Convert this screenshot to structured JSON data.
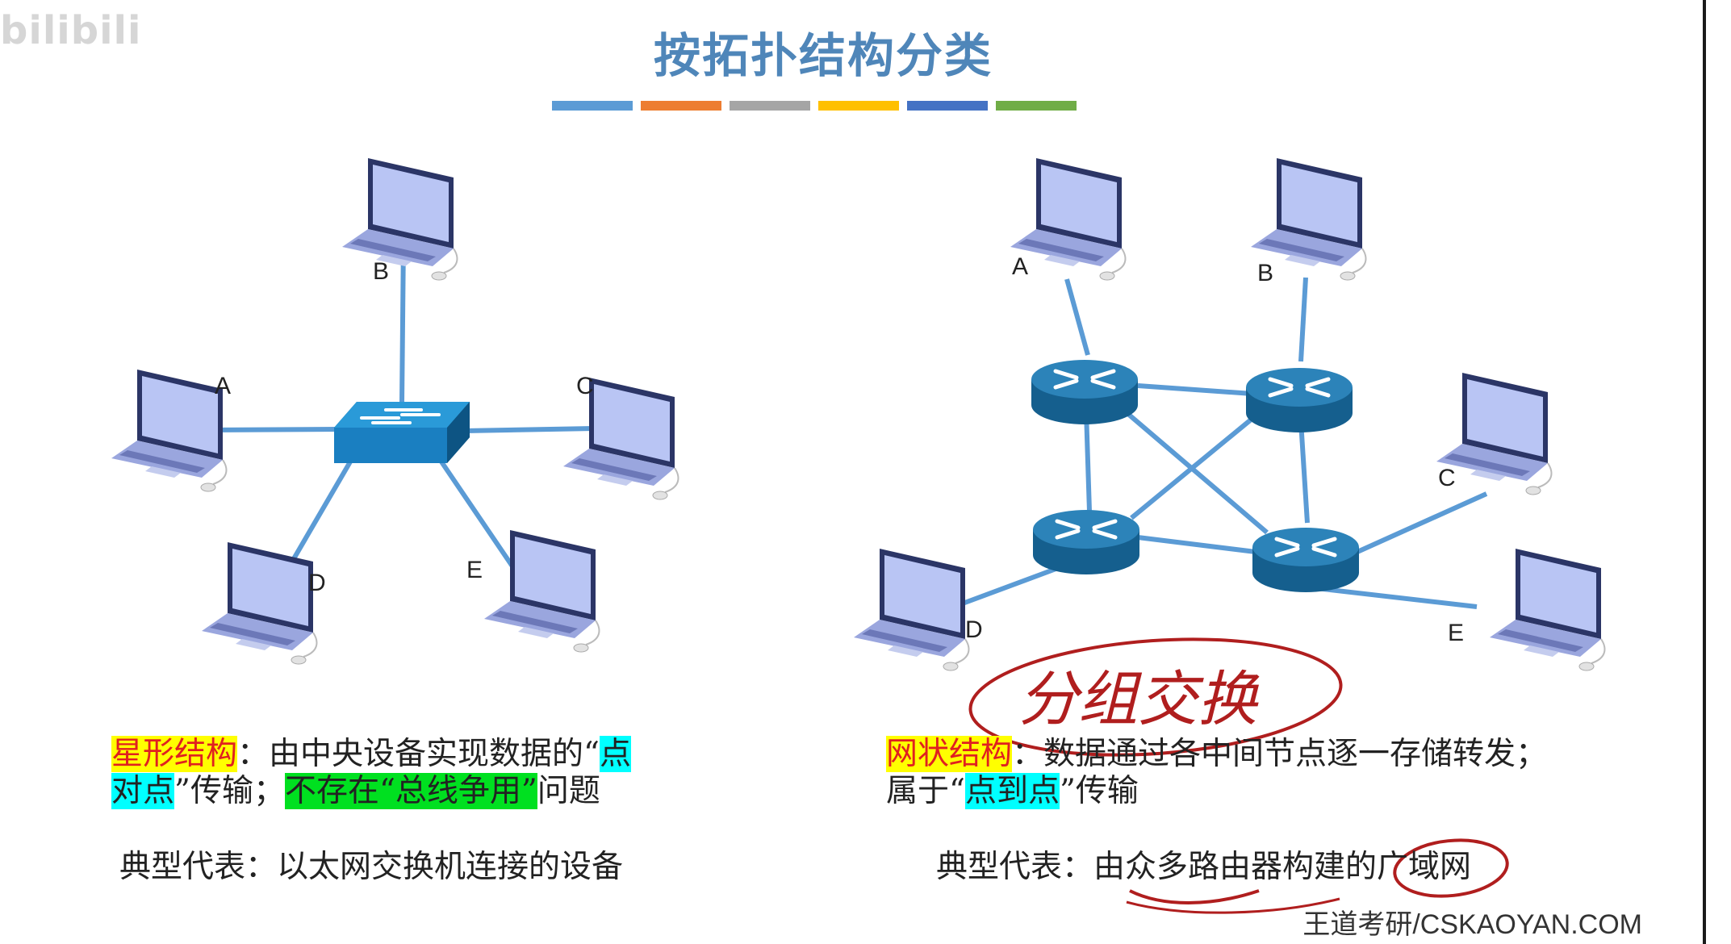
{
  "watermark": "bilibili",
  "title": "按拓扑结构分类",
  "accent_bar_colors": [
    "#5b9bd5",
    "#ed7d31",
    "#a5a5a5",
    "#ffc000",
    "#4472c4",
    "#70ad47"
  ],
  "star": {
    "nodes": {
      "A": "A",
      "B": "B",
      "C": "C",
      "D": "D",
      "E": "E"
    },
    "desc": {
      "term": "星形结构",
      "sep": "：",
      "text1": "由中央设备实现数据的“",
      "hl_point1": "点",
      "hl_point2": "对点",
      "text2": "”传输；",
      "hl_nocontention": "不存在“总线争用”",
      "text3": "问题"
    },
    "example": "典型代表：以太网交换机连接的设备"
  },
  "mesh": {
    "nodes": {
      "A": "A",
      "B": "B",
      "C": "C",
      "D": "D",
      "E": "E"
    },
    "desc": {
      "term": "网状结构",
      "sep": "：",
      "text1": "数据通过各中间节点逐一存储转发；",
      "text2_prefix": "属于“",
      "hl_p2p": "点到点",
      "text2_suffix": "”传输"
    },
    "example": "典型代表：由众多路由器构建的广域网",
    "handwritten_note": "分组交换"
  },
  "footer": "王道考研/CSKAOYAN.COM",
  "colors": {
    "title": "#4f86b9",
    "link": "#5b9bd5",
    "switch": "#1a7fc1",
    "router": "#1f6b9c",
    "laptop": "#9aa6de",
    "term_highlight": "#ffff00",
    "cyan_highlight": "#00ffff",
    "green_highlight": "#00e020",
    "handwriting": "#b01e1e"
  }
}
